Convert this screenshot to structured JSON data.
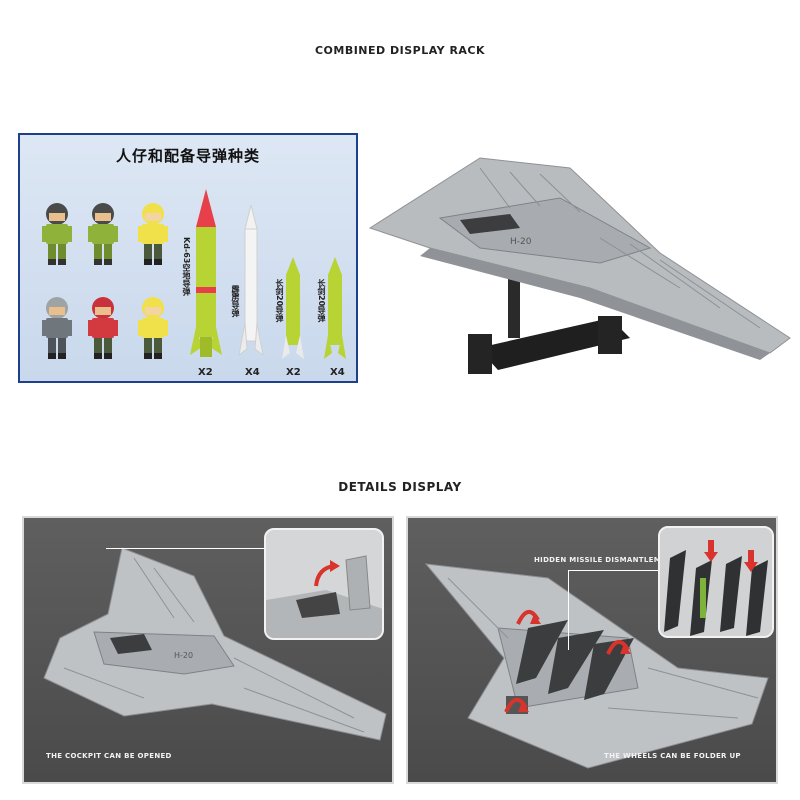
{
  "sections": {
    "rack_title": "COMBINED DISPLAY RACK",
    "details_title": "DETAILS DISPLAY"
  },
  "accessory_panel": {
    "heading": "人仔和配备导弹种类",
    "missiles": [
      {
        "label": "Kd-63空地导弹",
        "qty": "X2"
      },
      {
        "label": "霹雳导弹",
        "qty": "X4"
      },
      {
        "label": "长剑20导弹",
        "qty": "X2"
      },
      {
        "label": "长剑20导弹",
        "qty": "X4"
      }
    ],
    "aircraft_marking": "H-20"
  },
  "details": {
    "left_caption": "THE COCKPIT CAN BE OPENED",
    "right_caption": "THE WHEELS CAN BE FOLDER UP",
    "right_callout": "HIDDEN MISSILE DISMANTLEMENT"
  },
  "colors": {
    "panel_border": "#1e3f8a",
    "panel_bg": "#d3dff0",
    "model_gray": "#b9bcbf",
    "missile_green": "#b7d334",
    "missile_red": "#e8404a",
    "arrow_red": "#d8332c"
  }
}
